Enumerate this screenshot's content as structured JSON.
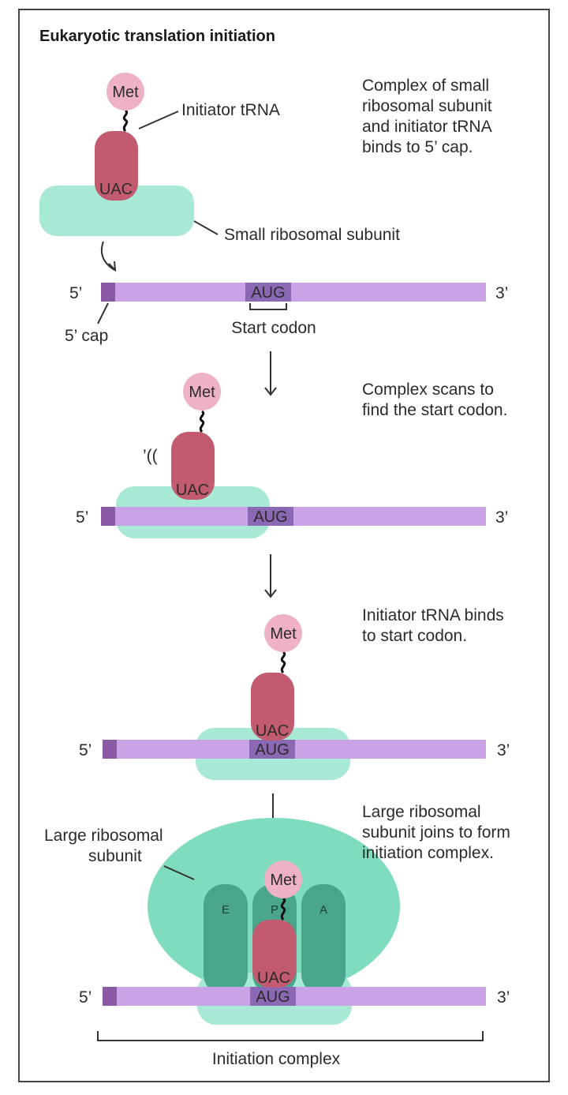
{
  "title": "Eukaryotic translation initiation",
  "colors": {
    "mrna": "#c9a3e6",
    "cap": "#8a5aa6",
    "codon_box": "#8a68b4",
    "small_subunit": "#a8e8d6",
    "large_subunit": "#7fdcc0",
    "sites": "#49a58c",
    "trna": "#c25b70",
    "met": "#efb1c4",
    "frame": "#444444"
  },
  "steps": [
    {
      "description": [
        "Complex of small",
        "ribosomal subunit",
        "and initiator tRNA",
        "binds to 5’ cap."
      ],
      "labels": {
        "initiator_trna": "Initiator tRNA",
        "small_subunit": "Small ribosomal subunit",
        "five_cap": "5’ cap",
        "start_codon": "Start codon"
      }
    },
    {
      "description": [
        "Complex scans to",
        "find the start codon."
      ],
      "scan_marks": "’((",
      "labels": {}
    },
    {
      "description": [
        "Initiator tRNA binds",
        "to start codon."
      ],
      "labels": {}
    },
    {
      "description": [
        "Large ribosomal",
        "subunit joins to form",
        "initiation complex."
      ],
      "labels": {
        "large_subunit": [
          "Large ribosomal",
          "subunit"
        ],
        "initiation_complex": "Initiation complex",
        "site_e": "E",
        "site_p": "P",
        "site_a": "A"
      }
    }
  ],
  "common": {
    "five_prime": "5’",
    "three_prime": "3’",
    "met": "Met",
    "anticodon": "UAC",
    "codon": "AUG"
  }
}
